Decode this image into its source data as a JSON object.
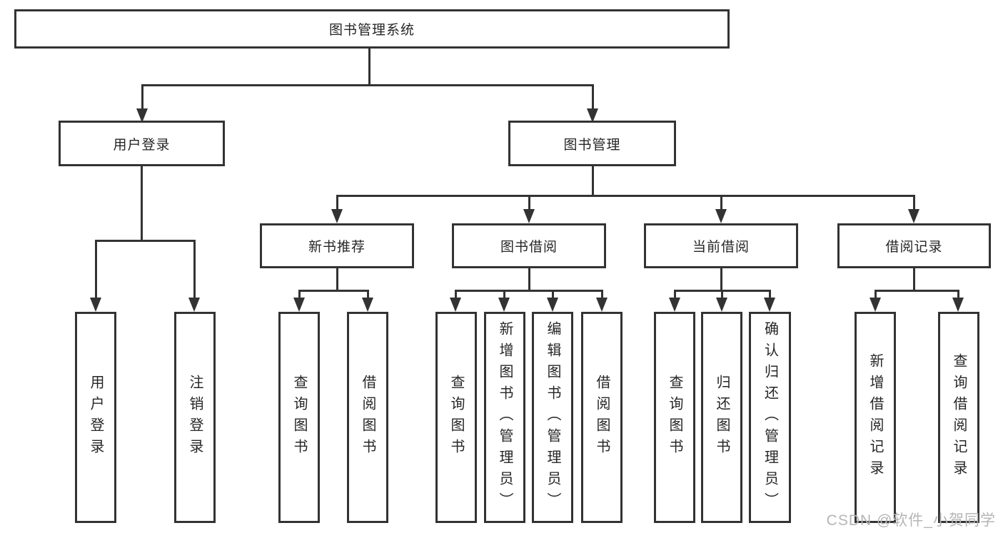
{
  "diagram": {
    "type": "tree",
    "root": "图书管理系统",
    "branches": [
      {
        "label": "用户登录",
        "children": [
          "用户登录",
          "注销登录"
        ]
      },
      {
        "label": "图书管理",
        "groups": [
          {
            "label": "新书推荐",
            "children": [
              "查询图书",
              "借阅图书"
            ]
          },
          {
            "label": "图书借阅",
            "children": [
              "查询图书",
              "新增图书（管理员）",
              "编辑图书（管理员）",
              "借阅图书"
            ]
          },
          {
            "label": "当前借阅",
            "children": [
              "查询图书",
              "归还图书",
              "确认归还（管理员）"
            ]
          },
          {
            "label": "借阅记录",
            "children": [
              "新增借阅记录",
              "查询借阅记录"
            ]
          }
        ]
      }
    ]
  },
  "watermark": {
    "text": "CSDN @软件_小贺同学"
  },
  "colors": {
    "line": "#333333",
    "text": "#262626",
    "watermark": "#b5b5b5",
    "background": "#ffffff"
  }
}
